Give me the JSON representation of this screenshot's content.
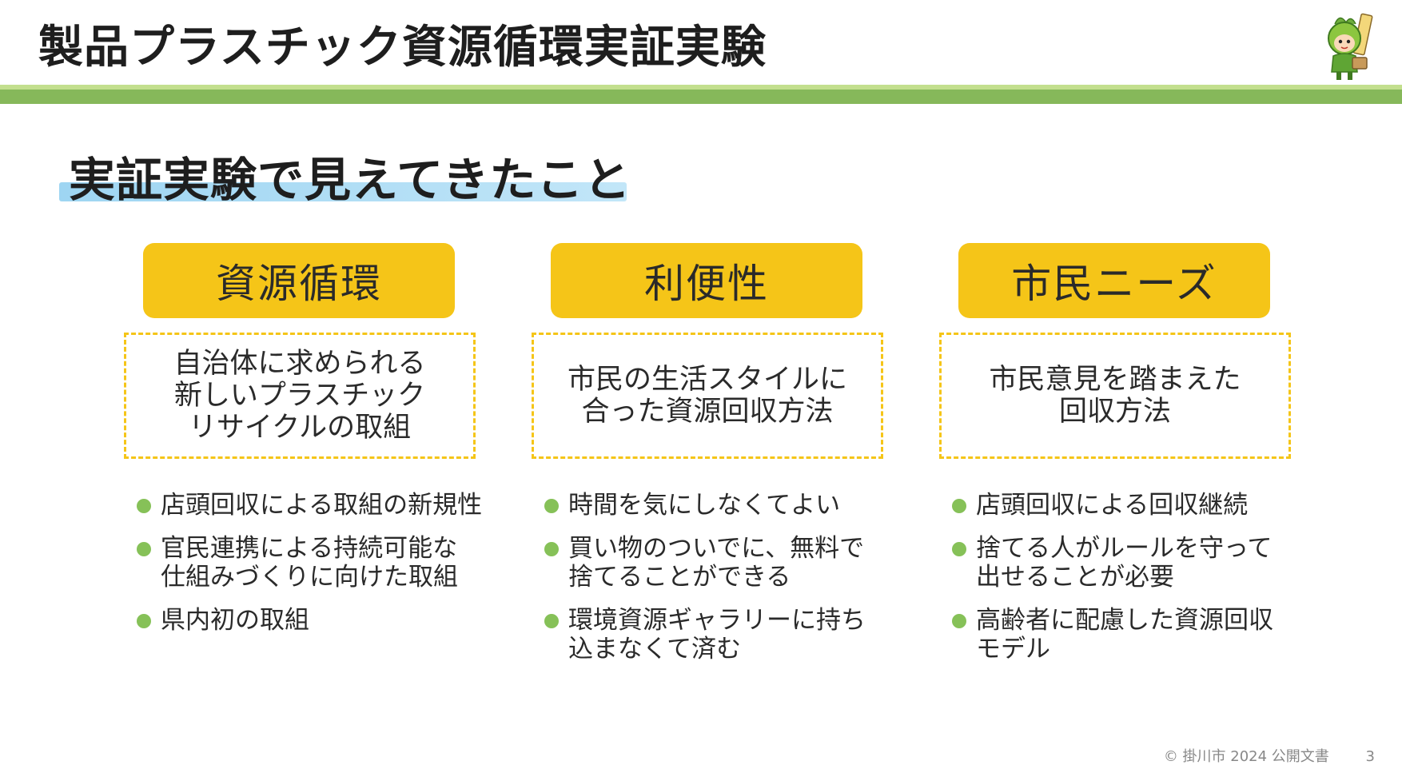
{
  "header": {
    "title": "製品プラスチック資源循環実証実験"
  },
  "mascot": {
    "icon": "mascot-character-icon"
  },
  "section": {
    "subtitle": "実証実験で見えてきたこと"
  },
  "columns": [
    {
      "tag": "資源循環",
      "desc": [
        "自治体に求められる",
        "新しいプラスチック",
        "リサイクルの取組"
      ],
      "bullets": [
        [
          "店頭回収による取組の新規性"
        ],
        [
          "官民連携による持続可能な",
          "仕組みづくりに向けた取組"
        ],
        [
          "県内初の取組"
        ]
      ]
    },
    {
      "tag": "利便性",
      "desc": [
        "市民の生活スタイルに",
        "合った資源回収方法"
      ],
      "bullets": [
        [
          "時間を気にしなくてよい"
        ],
        [
          "買い物のついでに、無料で",
          "捨てることができる"
        ],
        [
          "環境資源ギャラリーに持ち",
          "込まなくて済む"
        ]
      ]
    },
    {
      "tag": "市民ニーズ",
      "desc": [
        "市民意見を踏まえた",
        "回収方法"
      ],
      "bullets": [
        [
          "店頭回収による回収継続"
        ],
        [
          "捨てる人がルールを守って",
          "出せることが必要"
        ],
        [
          "高齢者に配慮した資源回収",
          "モデル"
        ]
      ]
    }
  ],
  "footer": {
    "copyright": "© 掛川市 2024 公開文書",
    "page_number": "3"
  },
  "colors": {
    "accent_yellow": "#f5c518",
    "accent_green": "#86b85a",
    "accent_light_green": "#c3df8e",
    "highlight_blue": "#9ed5f2",
    "bullet_green": "#86c158"
  }
}
